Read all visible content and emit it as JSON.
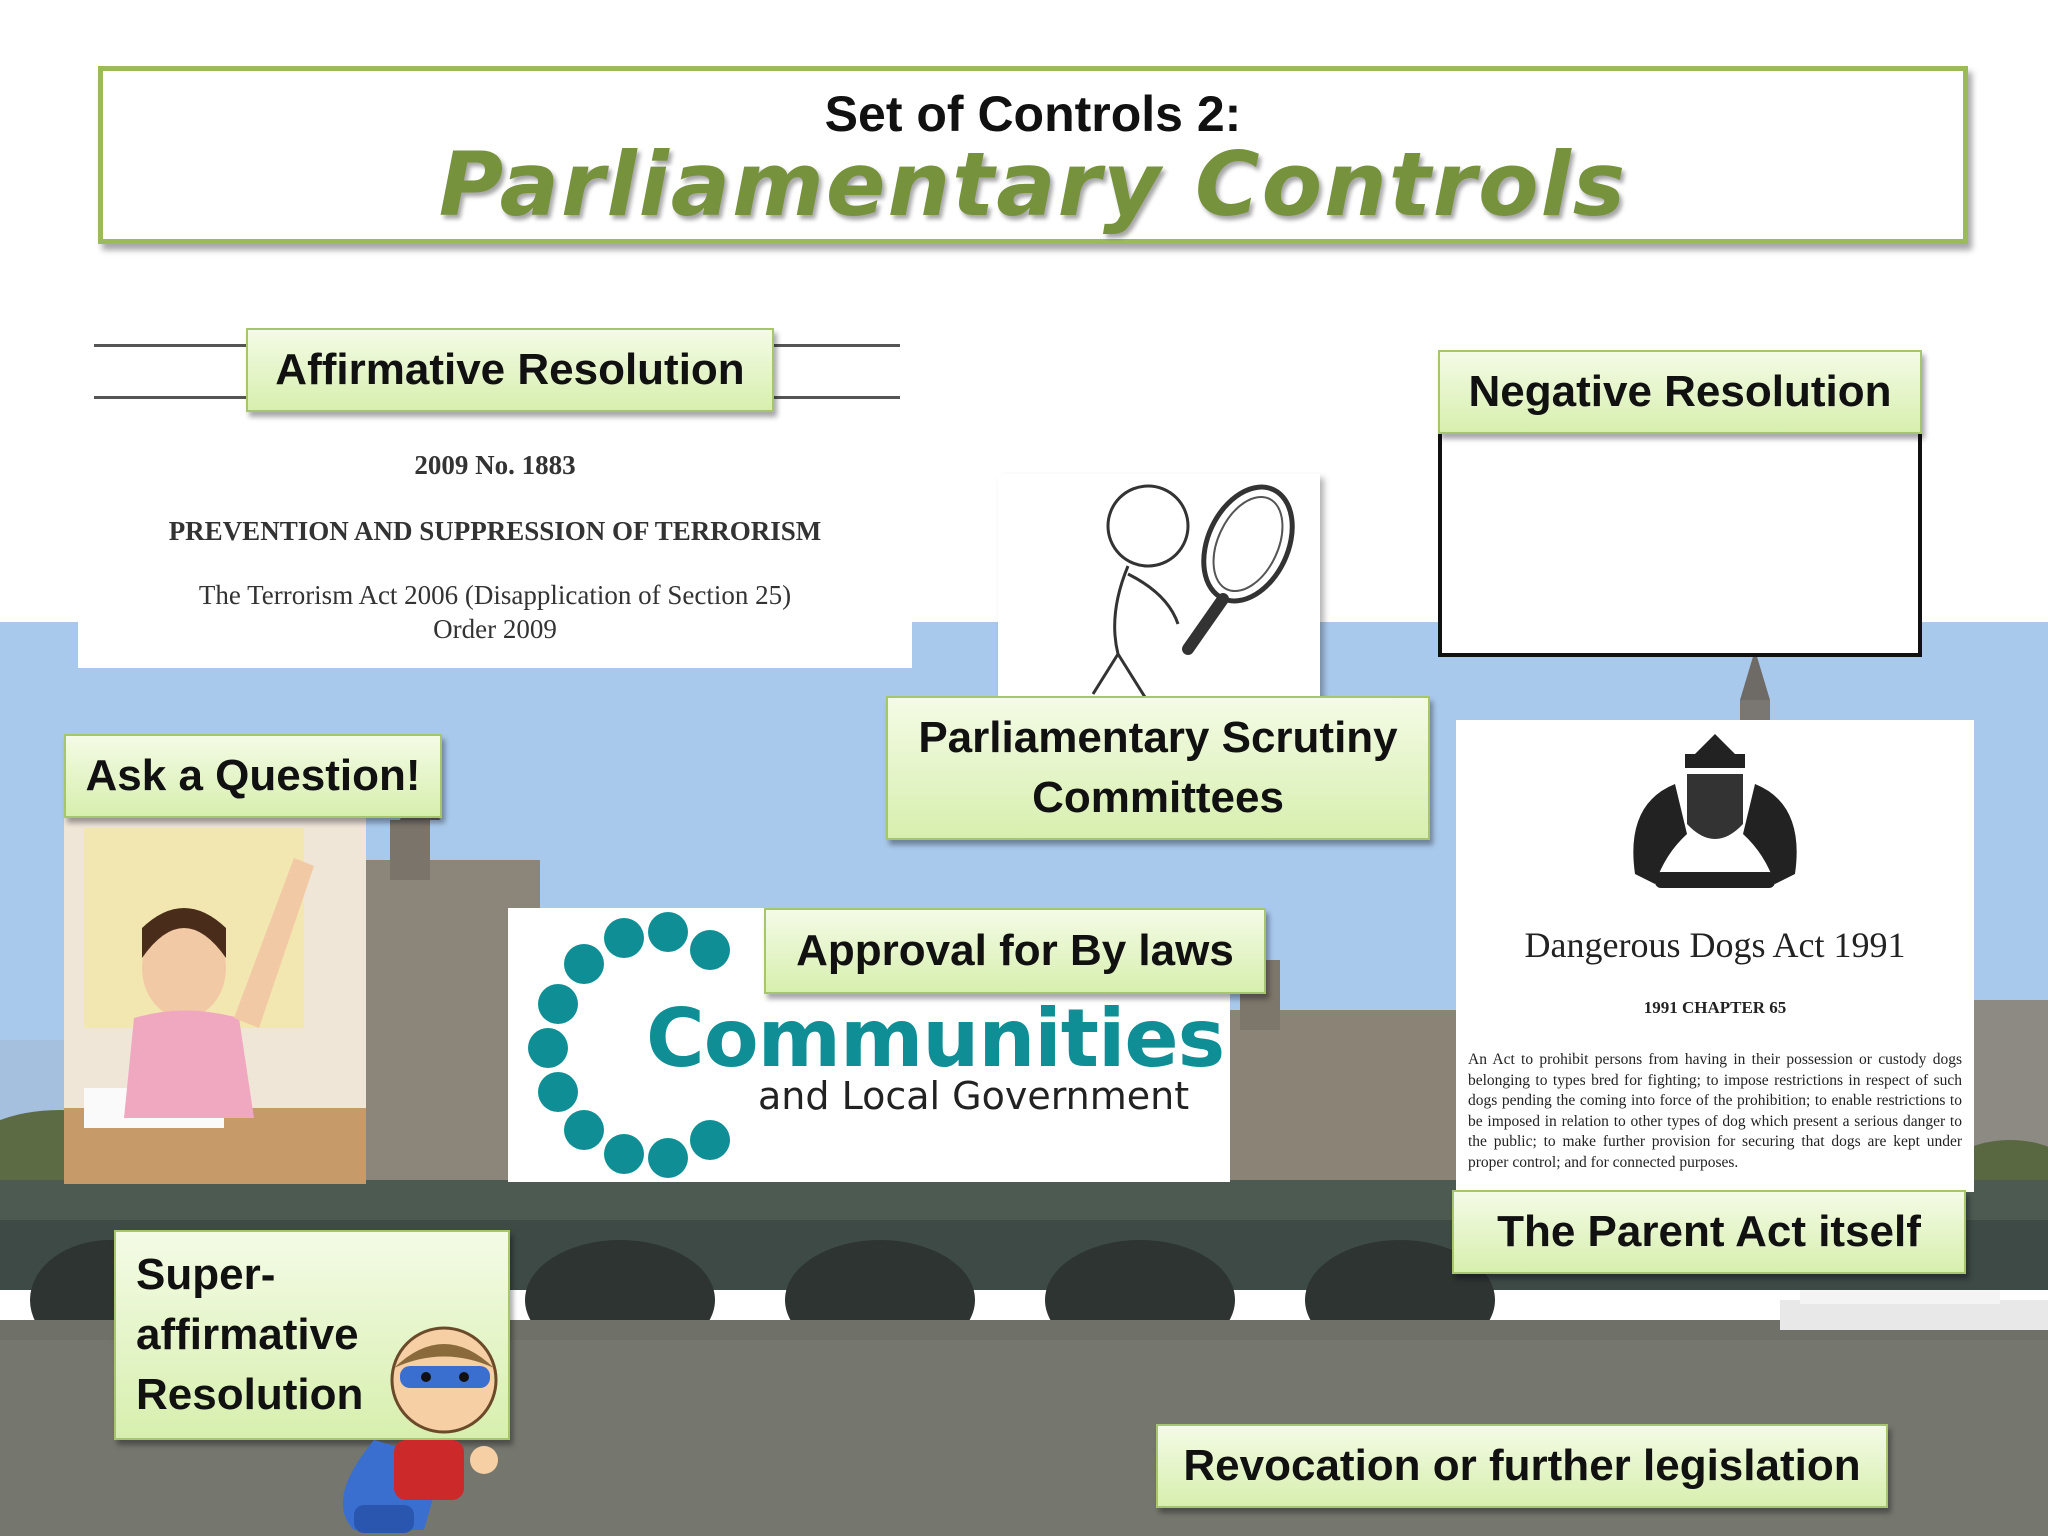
{
  "title": {
    "subtitle": "Set of Controls 2:",
    "main": "Parliamentary Controls"
  },
  "labels": {
    "affirmative": "Affirmative Resolution",
    "negative": "Negative Resolution",
    "scrutiny": "Parliamentary Scrutiny Committees",
    "question": "Ask a Question!",
    "bylaws": "Approval for By laws",
    "parent_act": "The Parent Act itself",
    "super_affirmative": "Super-affirmative Resolution",
    "revocation": "Revocation or further legislation"
  },
  "si_document": {
    "number": "2009 No. 1883",
    "heading": "PREVENTION AND SUPPRESSION OF TERRORISM",
    "title_line1": "The Terrorism Act 2006 (Disapplication of Section 25)",
    "title_line2": "Order 2009"
  },
  "clg_logo": {
    "word": "Communities",
    "sub": "and Local Government",
    "color": "#0f8f95"
  },
  "dogs_act": {
    "title": "Dangerous Dogs Act 1991",
    "chapter": "1991 CHAPTER 65",
    "body": "An Act to prohibit persons from having in their possession or custody dogs belonging to types bred for fighting; to impose restrictions in respect of such dogs pending the coming into force of the prohibition; to enable restrictions to be imposed in relation to other types of dog which present a serious danger to the public; to make further provision for securing that dogs are kept under proper control; and for connected purposes."
  },
  "colors": {
    "accent_green": "#9bbb59",
    "title_green": "#76923c",
    "label_fill": "#d7efae"
  }
}
